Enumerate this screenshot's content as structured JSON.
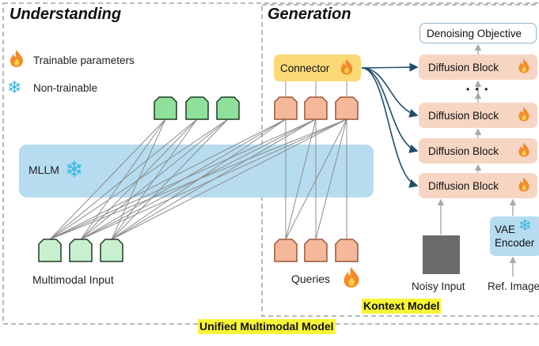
{
  "sections": {
    "understanding_title": "Understanding",
    "generation_title": "Generation"
  },
  "legend": {
    "trainable": {
      "icon": "flame-icon",
      "label": "Trainable parameters"
    },
    "frozen": {
      "icon": "snowflake-icon",
      "label": "Non-trainable"
    }
  },
  "mllm": {
    "label": "MLLM",
    "icon": "snowflake-icon"
  },
  "multimodal_input": {
    "label": "Multimodal Input"
  },
  "queries": {
    "label": "Queries",
    "icon": "flame-icon"
  },
  "connector": {
    "label": "Connector",
    "icon": "flame-icon"
  },
  "denoising": {
    "label": "Denoising Objective"
  },
  "diffusion_blocks": [
    {
      "label": "Diffusion Block",
      "icon": "flame-icon"
    },
    {
      "label": "Diffusion Block",
      "icon": "flame-icon"
    },
    {
      "label": "Diffusion Block",
      "icon": "flame-icon"
    },
    {
      "label": "Diffusion Block",
      "icon": "flame-icon"
    }
  ],
  "ellipsis": "• • •",
  "vae": {
    "line1": "VAE",
    "line2": "Encoder",
    "icon": "snowflake-icon"
  },
  "noisy_input": {
    "label": "Noisy Input"
  },
  "ref_image": {
    "label": "Ref. Image"
  },
  "kontext_label": "Kontext Model",
  "unified_label": "Unified Multimodal Model",
  "colors": {
    "green_token_fill": "#8ee09a",
    "light_green_token_fill": "#c8f0cf",
    "orange_token_fill": "#f5b89a",
    "mllm_band": "#b7dcef",
    "connector_fill": "#fbd977",
    "diffusion_fill": "#f7d5c3",
    "vae_fill": "#b7dcef",
    "arrow_blue": "#1f4e6e",
    "highlight": "#f8f536"
  }
}
